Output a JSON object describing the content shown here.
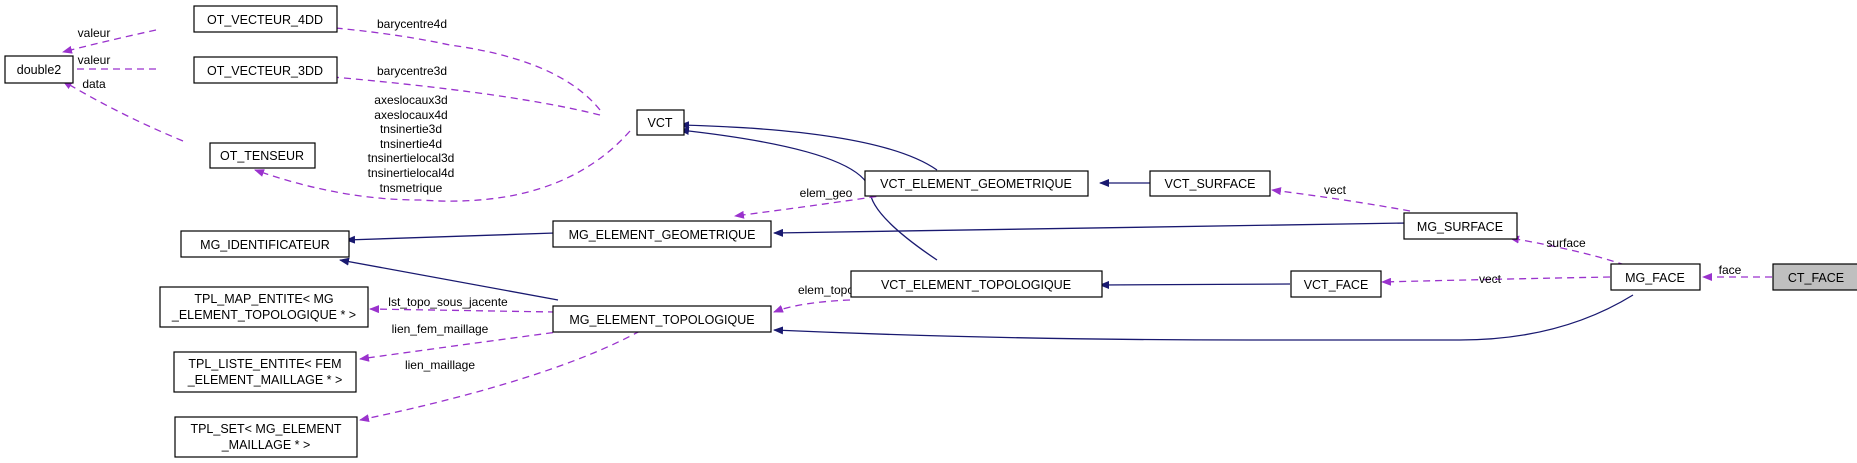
{
  "colors": {
    "usage_edge": "#9a32cd",
    "inheritance_edge": "#191970",
    "current_node_fill": "#bfbfbf"
  },
  "nodes": {
    "double2": "double2",
    "ot_vecteur_4dd": "OT_VECTEUR_4DD",
    "ot_vecteur_3dd": "OT_VECTEUR_3DD",
    "ot_tenseur": "OT_TENSEUR",
    "vct": "VCT",
    "mg_identificateur": "MG_IDENTIFICATEUR",
    "mg_element_geometrique": "MG_ELEMENT_GEOMETRIQUE",
    "tpl_map_1": "TPL_MAP_ENTITE< MG",
    "tpl_map_2": "_ELEMENT_TOPOLOGIQUE * >",
    "tpl_liste_1": "TPL_LISTE_ENTITE< FEM",
    "tpl_liste_2": "_ELEMENT_MAILLAGE * >",
    "tpl_set_1": "TPL_SET< MG_ELEMENT",
    "tpl_set_2": "_MAILLAGE * >",
    "mg_element_topologique": "MG_ELEMENT_TOPOLOGIQUE",
    "vct_element_geometrique": "VCT_ELEMENT_GEOMETRIQUE",
    "vct_surface": "VCT_SURFACE",
    "mg_surface": "MG_SURFACE",
    "vct_element_topologique": "VCT_ELEMENT_TOPOLOGIQUE",
    "vct_face": "VCT_FACE",
    "mg_face": "MG_FACE",
    "ct_face": "CT_FACE"
  },
  "edge_labels": {
    "valeur_4dd": "valeur",
    "valeur_3dd": "valeur",
    "data": "data",
    "barycentre4d": "barycentre4d",
    "barycentre3d": "barycentre3d",
    "tenseur_lines": [
      "axeslocaux3d",
      "axeslocaux4d",
      "tnsinertie3d",
      "tnsinertie4d",
      "tnsinertielocal3d",
      "tnsinertielocal4d",
      "tnsmetrique"
    ],
    "elem_geo": "elem_geo",
    "elem_topo": "elem_topo",
    "lst_topo": "lst_topo_sous_jacente",
    "lien_fem": "lien_fem_maillage",
    "lien_maillage": "lien_maillage",
    "vect_surface": "vect",
    "vect_face": "vect",
    "surface": "surface",
    "face": "face"
  }
}
